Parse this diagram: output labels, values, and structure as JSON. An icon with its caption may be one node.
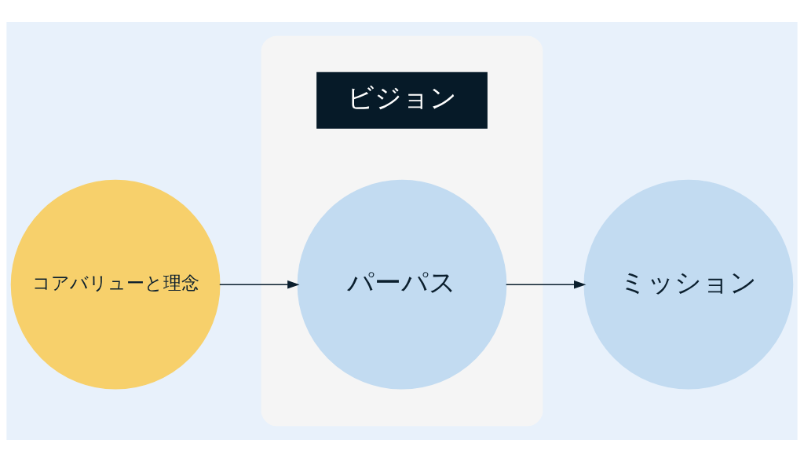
{
  "diagram": {
    "nodes": [
      {
        "text": [],
        "shape": "ellipse"
      },
      {
        "text": [
          "ビジョン"
        ],
        "in": 0
      },
      {
        "text": [
          "コアバリューと理念"
        ]
      },
      {
        "text": [
          "パーパス"
        ],
        "in": 0
      },
      {
        "text": [
          "ミッション"
        ]
      }
    ],
    "edges": [
      {
        "from": 2,
        "to": 3,
        "arrow": "to"
      },
      {
        "from": 3,
        "to": 4,
        "arrow": "to"
      }
    ]
  }
}
